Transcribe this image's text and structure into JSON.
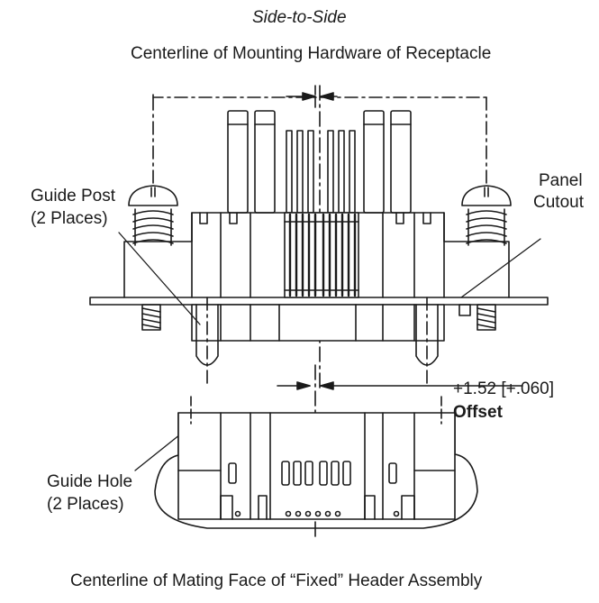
{
  "title": "Side-to-Side",
  "labels": {
    "top_centerline": "Centerline of Mounting Hardware of Receptacle",
    "guide_post_1": "Guide Post",
    "guide_post_2": "(2 Places)",
    "panel_1": "Panel",
    "panel_2": "Cutout",
    "offset_value": "+1.52 [+.060]",
    "offset_word": "Offset",
    "guide_hole_1": "Guide Hole",
    "guide_hole_2": "(2 Places)",
    "bottom_centerline": "Centerline of Mating Face of “Fixed” Header Assembly"
  },
  "colors": {
    "ink": "#1a1a1a",
    "background": "#ffffff"
  }
}
